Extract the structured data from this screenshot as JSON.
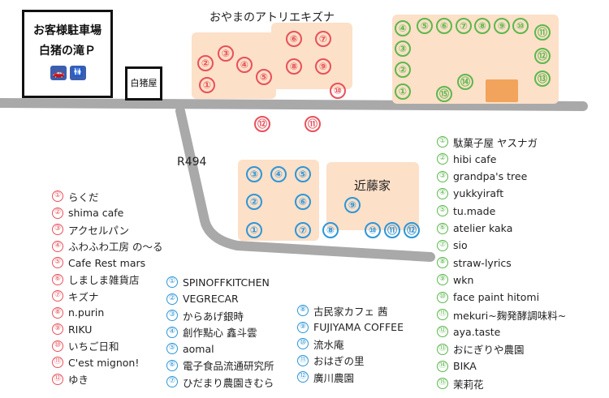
{
  "parking": {
    "line1": "お客様駐車場",
    "line2": "白猪の滝Ｐ",
    "car_icon": "car-icon",
    "toilet_icon": "toilet-icon"
  },
  "hut_label": "白猪屋",
  "road_label": "R494",
  "area_atelier_label": "おやまのアトリエキズナ",
  "area_kondo_label": "近藤家",
  "markers": {
    "red": [
      "①",
      "②",
      "③",
      "④",
      "⑤",
      "⑥",
      "⑦",
      "⑧",
      "⑨",
      "⑩",
      "⑪",
      "⑫"
    ],
    "blue": [
      "①",
      "②",
      "③",
      "④",
      "⑤",
      "⑥",
      "⑦",
      "⑧",
      "⑨",
      "⑩",
      "⑪",
      "⑫"
    ],
    "green": [
      "①",
      "②",
      "③",
      "④",
      "⑤",
      "⑥",
      "⑦",
      "⑧",
      "⑨",
      "⑩",
      "⑪",
      "⑫",
      "⑬",
      "⑭",
      "⑮"
    ]
  },
  "legend_red": [
    {
      "num": "①",
      "name": "らくだ"
    },
    {
      "num": "②",
      "name": "shima cafe"
    },
    {
      "num": "③",
      "name": "アクセルパン"
    },
    {
      "num": "④",
      "name": "ふわふわ工房 の～る"
    },
    {
      "num": "⑤",
      "name": "Cafe Rest mars"
    },
    {
      "num": "⑥",
      "name": "しましま雑貨店"
    },
    {
      "num": "⑦",
      "name": "キズナ"
    },
    {
      "num": "⑧",
      "name": "n.purin"
    },
    {
      "num": "⑨",
      "name": "RIKU"
    },
    {
      "num": "⑩",
      "name": "いちご日和"
    },
    {
      "num": "⑪",
      "name": "C'est mignon!"
    },
    {
      "num": "⑫",
      "name": "ゆき"
    }
  ],
  "legend_blue": [
    {
      "num": "①",
      "name": "SPINOFFKITCHEN"
    },
    {
      "num": "②",
      "name": "VEGRECAR"
    },
    {
      "num": "③",
      "name": "からあげ銀時"
    },
    {
      "num": "④",
      "name": "創作點心 鑫斗雲"
    },
    {
      "num": "⑤",
      "name": "aomal"
    },
    {
      "num": "⑥",
      "name": "電子食品流通研究所"
    },
    {
      "num": "⑦",
      "name": "ひだまり農園きむら"
    },
    {
      "num": "⑧",
      "name": "古民家カフェ 茜"
    },
    {
      "num": "⑨",
      "name": "FUJIYAMA COFFEE"
    },
    {
      "num": "⑩",
      "name": "流水庵"
    },
    {
      "num": "⑪",
      "name": "おはぎの里"
    },
    {
      "num": "⑫",
      "name": "廣川農園"
    }
  ],
  "legend_green": [
    {
      "num": "①",
      "name": "駄菓子屋 ヤスナガ"
    },
    {
      "num": "②",
      "name": "hibi cafe"
    },
    {
      "num": "③",
      "name": "grandpa's tree"
    },
    {
      "num": "④",
      "name": "yukkyiraft"
    },
    {
      "num": "⑤",
      "name": "tu.made"
    },
    {
      "num": "⑥",
      "name": "atelier kaka"
    },
    {
      "num": "⑦",
      "name": "sio"
    },
    {
      "num": "⑧",
      "name": "straw-lyrics"
    },
    {
      "num": "⑨",
      "name": "wkn"
    },
    {
      "num": "⑩",
      "name": "face paint hitomi"
    },
    {
      "num": "⑪",
      "name": "mekuri~麹発酵調味料~"
    },
    {
      "num": "⑫",
      "name": "aya.taste"
    },
    {
      "num": "⑬",
      "name": "おにぎりや農園"
    },
    {
      "num": "⑭",
      "name": "BIKA"
    },
    {
      "num": "⑮",
      "name": "茉莉花"
    }
  ],
  "colors": {
    "red": "#e8515c",
    "blue": "#2e96d8",
    "green": "#5cb84e",
    "zone": "#fde0c8",
    "road": "#a9a9a9"
  }
}
